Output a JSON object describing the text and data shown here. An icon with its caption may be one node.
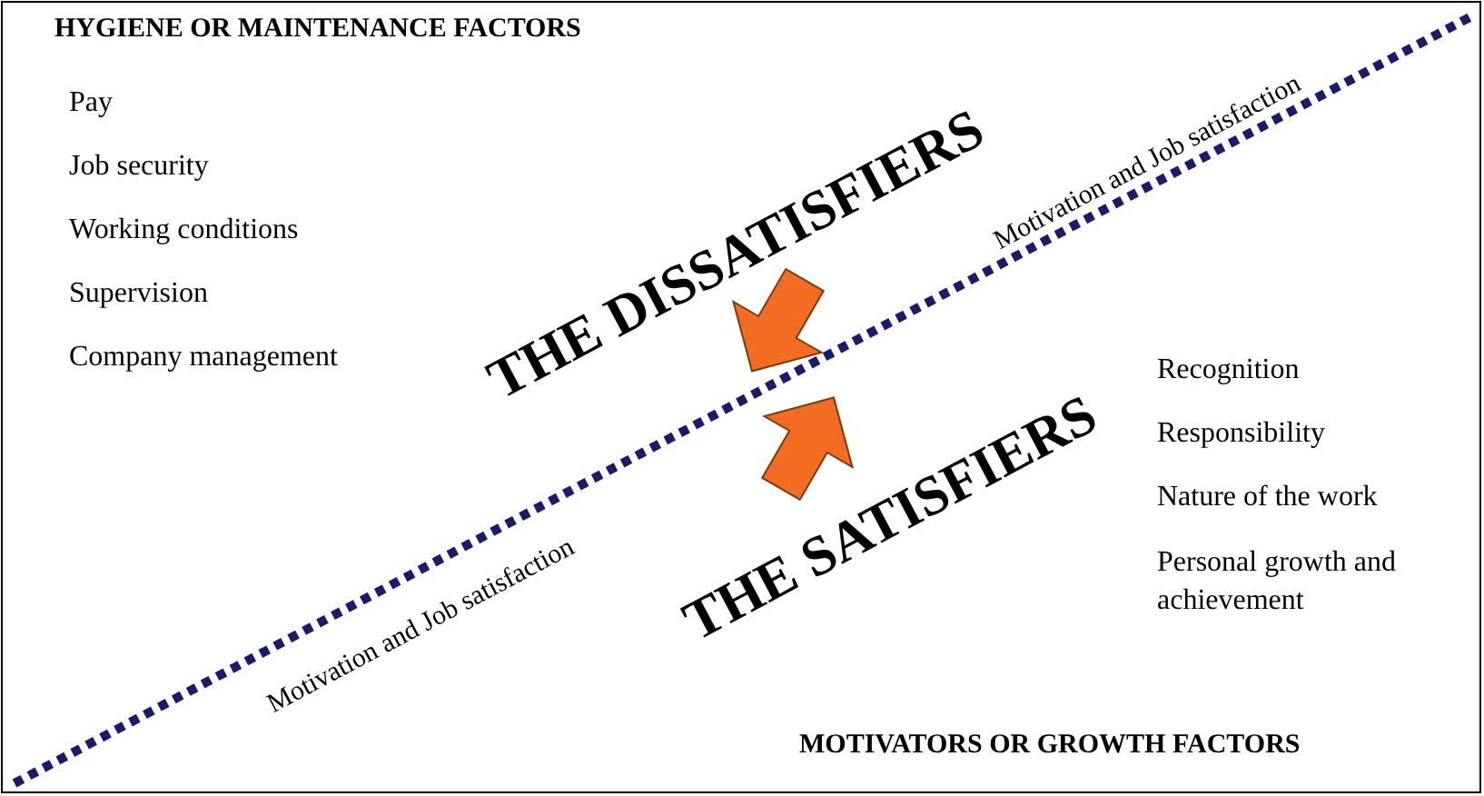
{
  "diagram": {
    "labels": [
      "HYGIENE OR MAINTENANCE FACTORS",
      "Pay",
      "Job security",
      "Working conditions",
      "Supervision",
      "Company management",
      "THE DISSATISFIERS",
      "Motivation and Job satisfaction",
      "Recognition",
      "Responsibility",
      "Nature of the work",
      "Personal growth and achievement",
      "THE SATISFIERS",
      "Motivation and Job satisfaction",
      "MOTIVATORS OR GROWTH FACTORS"
    ]
  }
}
